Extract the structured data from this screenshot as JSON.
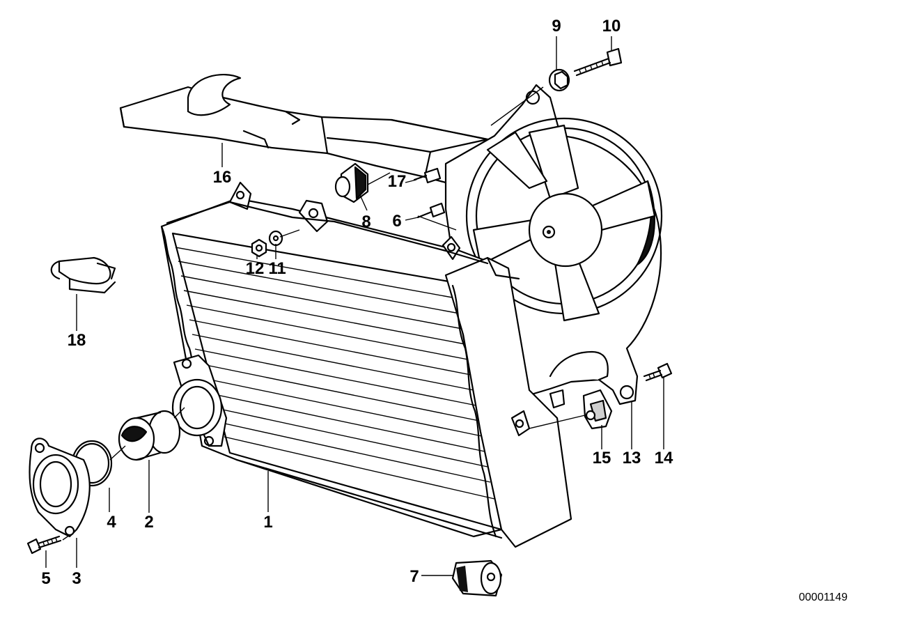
{
  "diagram": {
    "document_id": "00001149",
    "callouts": [
      {
        "id": "c1",
        "label": "1"
      },
      {
        "id": "c2",
        "label": "2"
      },
      {
        "id": "c3",
        "label": "3"
      },
      {
        "id": "c4",
        "label": "4"
      },
      {
        "id": "c5",
        "label": "5"
      },
      {
        "id": "c6",
        "label": "6"
      },
      {
        "id": "c7",
        "label": "7"
      },
      {
        "id": "c8",
        "label": "8"
      },
      {
        "id": "c9",
        "label": "9"
      },
      {
        "id": "c10",
        "label": "10"
      },
      {
        "id": "c11",
        "label": "11"
      },
      {
        "id": "c12",
        "label": "12"
      },
      {
        "id": "c13",
        "label": "13"
      },
      {
        "id": "c14",
        "label": "14"
      },
      {
        "id": "c15",
        "label": "15"
      },
      {
        "id": "c16",
        "label": "16"
      },
      {
        "id": "c17",
        "label": "17"
      },
      {
        "id": "c18",
        "label": "18"
      }
    ]
  }
}
